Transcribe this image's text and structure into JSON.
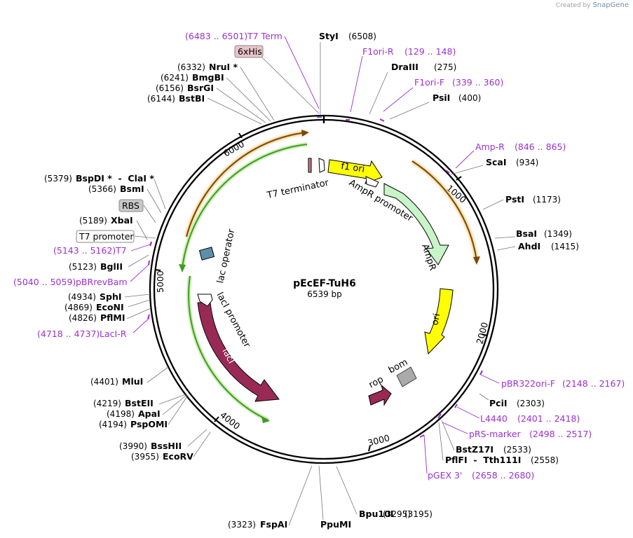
{
  "credit": {
    "prefix": "Created by",
    "brand": "SnapGene"
  },
  "plasmid": {
    "name": "pEcEF-TuH6",
    "length": "6539 bp"
  },
  "colors": {
    "backbone": "#000000",
    "primer": "#9b30d0",
    "ampR": "#c8f5c8",
    "ori": "#ffff00",
    "lacI": "#992a55",
    "laneOrange": "#e0901c",
    "laneGreen": "#3f9d22",
    "bom": "#aaaaaa",
    "tag": "#e9c3c8"
  },
  "ticks": [
    "1000",
    "2000",
    "3000",
    "4000",
    "5000",
    "6000"
  ],
  "sites": [
    {
      "name": "StyI",
      "pos": "(6508)"
    },
    {
      "name": "DraIII",
      "pos": "(275)"
    },
    {
      "name": "PsiI",
      "pos": "(400)"
    },
    {
      "name": "ScaI",
      "pos": "(934)"
    },
    {
      "name": "PstI",
      "pos": "(1173)"
    },
    {
      "name": "BsaI",
      "pos": "(1349)"
    },
    {
      "name": "AhdI",
      "pos": "(1415)"
    },
    {
      "name": "PciI",
      "pos": "(2303)"
    },
    {
      "name": "BstZ17I",
      "pos": "(2533)"
    },
    {
      "name": "PflFI  -  Tth111I",
      "pos": "(2558)"
    },
    {
      "name": "Bpu10I",
      "pos": "(3195)"
    },
    {
      "name": "PpuMI",
      "pos": "(3295)"
    },
    {
      "name": "FspAI",
      "pos": "(3323)"
    },
    {
      "name": "EcoRV",
      "pos": "(3955)"
    },
    {
      "name": "BssHII",
      "pos": "(3990)"
    },
    {
      "name": "PspOMI",
      "pos": "(4194)"
    },
    {
      "name": "ApaI",
      "pos": "(4198)"
    },
    {
      "name": "BstEII",
      "pos": "(4219)"
    },
    {
      "name": "MluI",
      "pos": "(4401)"
    },
    {
      "name": "PflMI",
      "pos": "(4826)"
    },
    {
      "name": "EcoNI",
      "pos": "(4869)"
    },
    {
      "name": "SphI",
      "pos": "(4934)"
    },
    {
      "name": "BglII",
      "pos": "(5123)"
    },
    {
      "name": "XbaI",
      "pos": "(5189)"
    },
    {
      "name": "BsmI",
      "pos": "(5366)"
    },
    {
      "name": "BspDI *  -  ClaI *",
      "pos": "(5379)"
    },
    {
      "name": "BstBI",
      "pos": "(6144)"
    },
    {
      "name": "BsrGI",
      "pos": "(6156)"
    },
    {
      "name": "BmgBI",
      "pos": "(6241)"
    },
    {
      "name": "NruI *",
      "pos": "(6332)"
    }
  ],
  "primers": [
    {
      "name": "T7 Term",
      "range": "(6483 .. 6501)"
    },
    {
      "name": "F1ori-R",
      "range": "(129 .. 148)"
    },
    {
      "name": "F1ori-F",
      "range": "(339 .. 360)"
    },
    {
      "name": "Amp-R",
      "range": "(846 .. 865)"
    },
    {
      "name": "pBR322ori-F",
      "range": "(2148 .. 2167)"
    },
    {
      "name": "L4440",
      "range": "(2401 .. 2418)"
    },
    {
      "name": "pRS-marker",
      "range": "(2498 .. 2517)"
    },
    {
      "name": "pGEX 3'",
      "range": "(2658 .. 2680)"
    },
    {
      "name": "LacI-R",
      "range": "(4718 .. 4737)"
    },
    {
      "name": "pBRrevBam",
      "range": "(5040 .. 5059)"
    },
    {
      "name": "T7",
      "range": "(5143 .. 5162)"
    }
  ],
  "boxes": {
    "tag6xHis": "6xHis",
    "rbs": "RBS",
    "t7promoter": "T7 promoter"
  },
  "features": {
    "f1ori": "f1 ori",
    "ampRPromoter": "AmpR promoter",
    "ampR": "AmpR",
    "ori": "ori",
    "rop": "rop",
    "bom": "bom",
    "lacI": "lacI",
    "lacIPromoter": "lacI promoter",
    "lacOperator": "lac operator",
    "t7terminator": "T7 terminator"
  }
}
